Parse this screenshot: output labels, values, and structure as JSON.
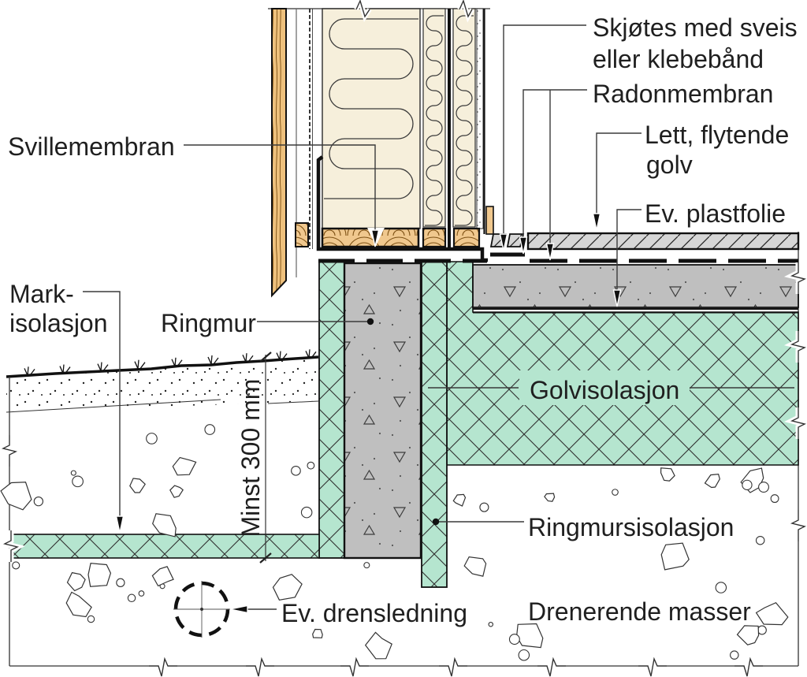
{
  "labels": {
    "skjotes": {
      "line1": "Skjøtes med sveis",
      "line2": "eller klebebånd"
    },
    "radonmembran": "Radonmembran",
    "lett_flytende_golv": {
      "line1": "Lett, flytende",
      "line2": "golv"
    },
    "ev_plastfolie": "Ev. plastfolie",
    "svillemembran": "Svillemembran",
    "markisolasjon": {
      "line1": "Mark-",
      "line2": "isolasjon"
    },
    "ringmur": "Ringmur",
    "minst_300_mm": "Minst 300 mm",
    "golvisolasjon": "Golvisolasjon",
    "ringmursisolasjon": "Ringmursisolasjon",
    "ev_drensledning": "Ev. drensledning",
    "drenerende_masser": "Drenerende masser"
  },
  "colors": {
    "insulation_green": "#b5e5cf",
    "concrete_gray": "#bfbfbf",
    "screed_gray": "#d6d6d6",
    "wood_tan": "#f0c88e",
    "mineral_wool_cream": "#f6efdb",
    "line_black": "#1a1a1a"
  }
}
